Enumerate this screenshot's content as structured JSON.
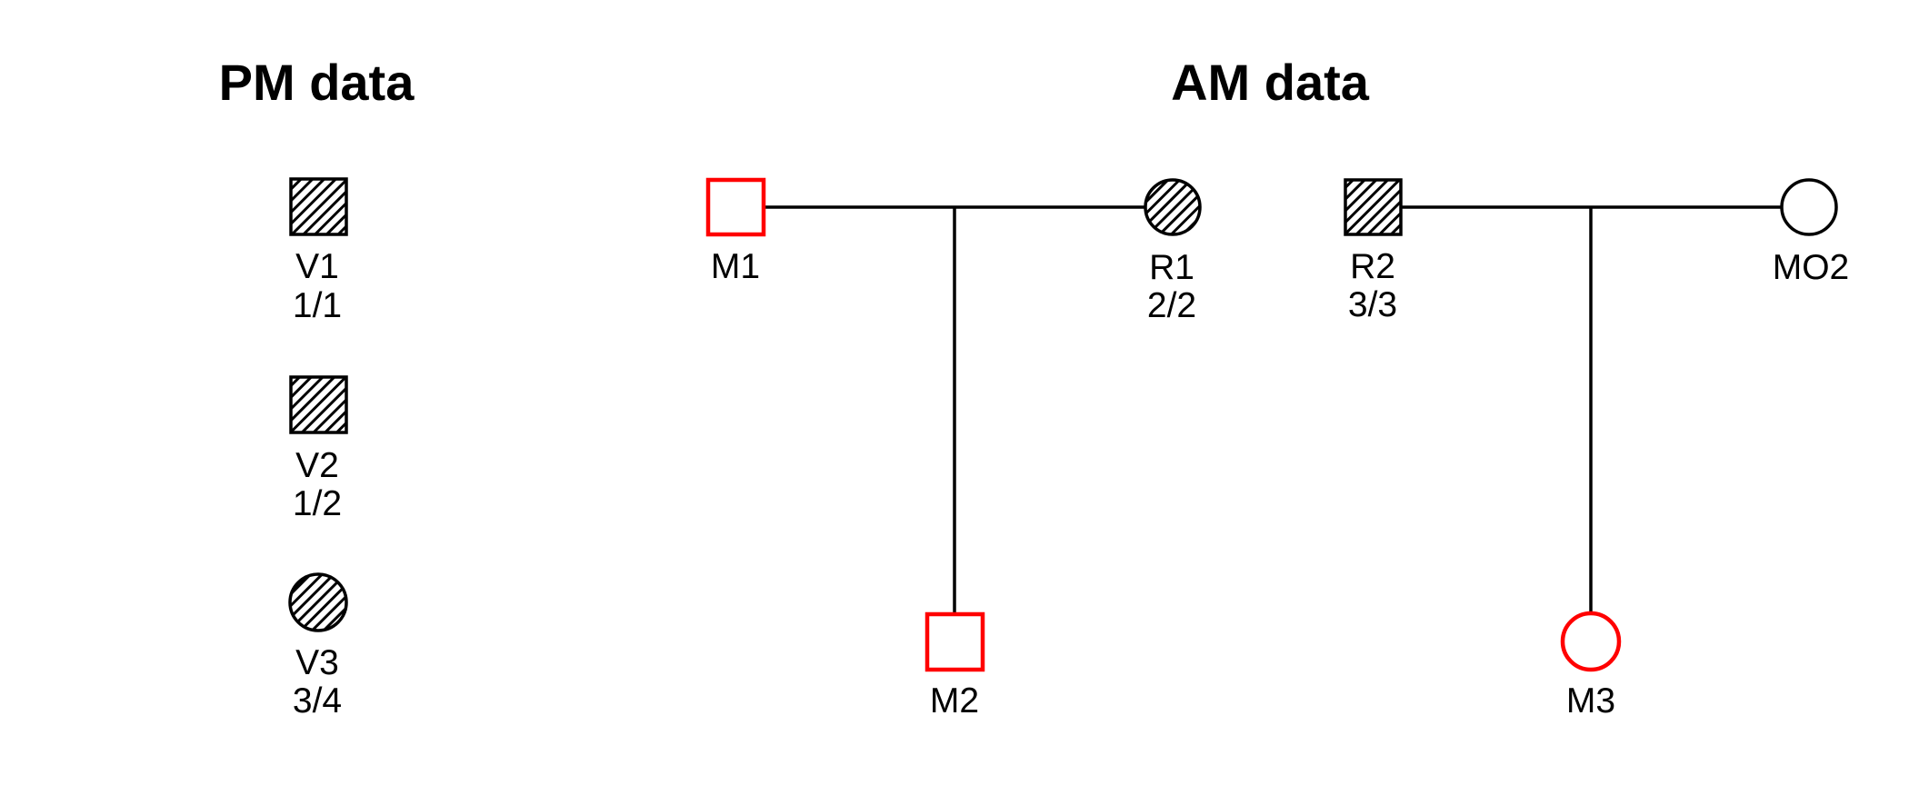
{
  "figure": {
    "type": "pedigree-diagram",
    "background": "#ffffff"
  },
  "colors": {
    "red": "#ff0000",
    "black": "#000000",
    "white": "#ffffff"
  },
  "pm": {
    "title": "PM data",
    "legend": [
      {
        "id": "V1",
        "label": "V1",
        "genotype": "1/1",
        "shape": "square",
        "fill": "hatched",
        "stroke": "#000000"
      },
      {
        "id": "V2",
        "label": "V2",
        "genotype": "1/2",
        "shape": "square",
        "fill": "hatched",
        "stroke": "#000000"
      },
      {
        "id": "V3",
        "label": "V3",
        "genotype": "3/4",
        "shape": "circle",
        "fill": "hatched",
        "stroke": "#000000"
      }
    ]
  },
  "am": {
    "title": "AM data",
    "families": [
      {
        "father": {
          "label": "M1",
          "shape": "square",
          "fill": "open",
          "stroke": "#ff0000"
        },
        "mother": {
          "label": "R1",
          "genotype": "2/2",
          "shape": "circle",
          "fill": "hatched",
          "stroke": "#000000"
        },
        "child": {
          "label": "M2",
          "shape": "square",
          "fill": "open",
          "stroke": "#ff0000"
        }
      },
      {
        "father": {
          "label": "R2",
          "genotype": "3/3",
          "shape": "square",
          "fill": "hatched",
          "stroke": "#000000"
        },
        "mother": {
          "label": "MO2",
          "shape": "circle",
          "fill": "open",
          "stroke": "#000000"
        },
        "child": {
          "label": "M3",
          "shape": "circle",
          "fill": "open",
          "stroke": "#ff0000"
        }
      }
    ]
  }
}
